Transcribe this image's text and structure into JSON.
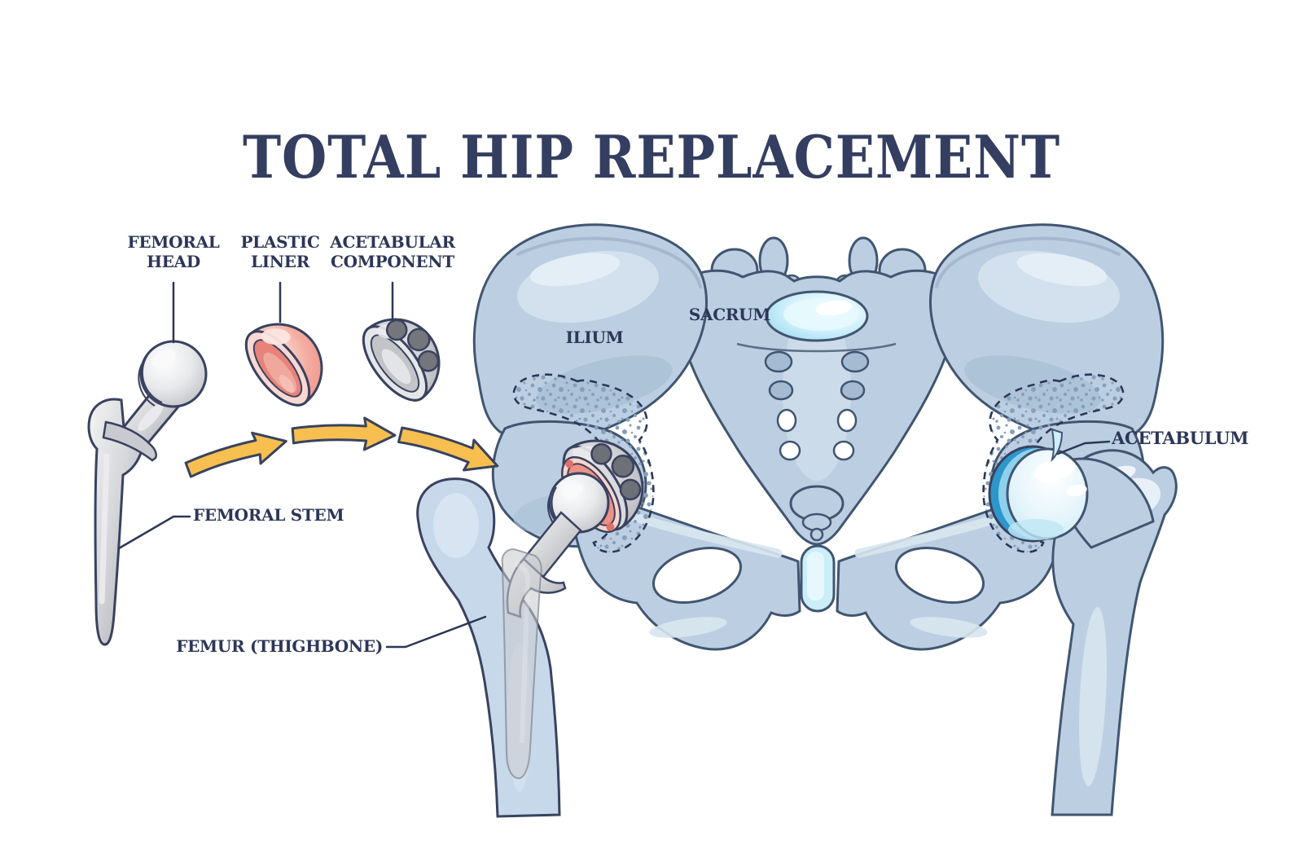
{
  "title": "TOTAL HIP REPLACEMENT",
  "labels": {
    "femoral_head": "FEMORAL\nHEAD",
    "plastic_liner": "PLASTIC\nLINER",
    "acetabular_component": "ACETABULAR\nCOMPONENT",
    "femoral_stem": "FEMORAL STEM",
    "femur": "FEMUR (THIGHBONE)",
    "ilium": "ILIUM",
    "sacrum": "SACRUM",
    "acetabulum": "ACETABULUM"
  },
  "icons": {
    "assembly_arrows": {
      "name": "right-arrow-icon",
      "count": 3,
      "direction": "right",
      "color": "#f6bf4f"
    }
  },
  "colors": {
    "title_text": "#343e60",
    "label_text": "#2c3657",
    "bone_outline": "#415571",
    "bone_fill": "#bccfe2",
    "bone_highlight": "#d3e1ee",
    "implant_metal": "#c6c7cb",
    "liner_pink": "#f2a79d",
    "cup_gray": "#c0c1c5",
    "cartilage_blue": "#2d96ca",
    "disc_blue": "#8ed2ec",
    "arrow_yellow": "#f6bf4f",
    "background": "#ffffff"
  }
}
